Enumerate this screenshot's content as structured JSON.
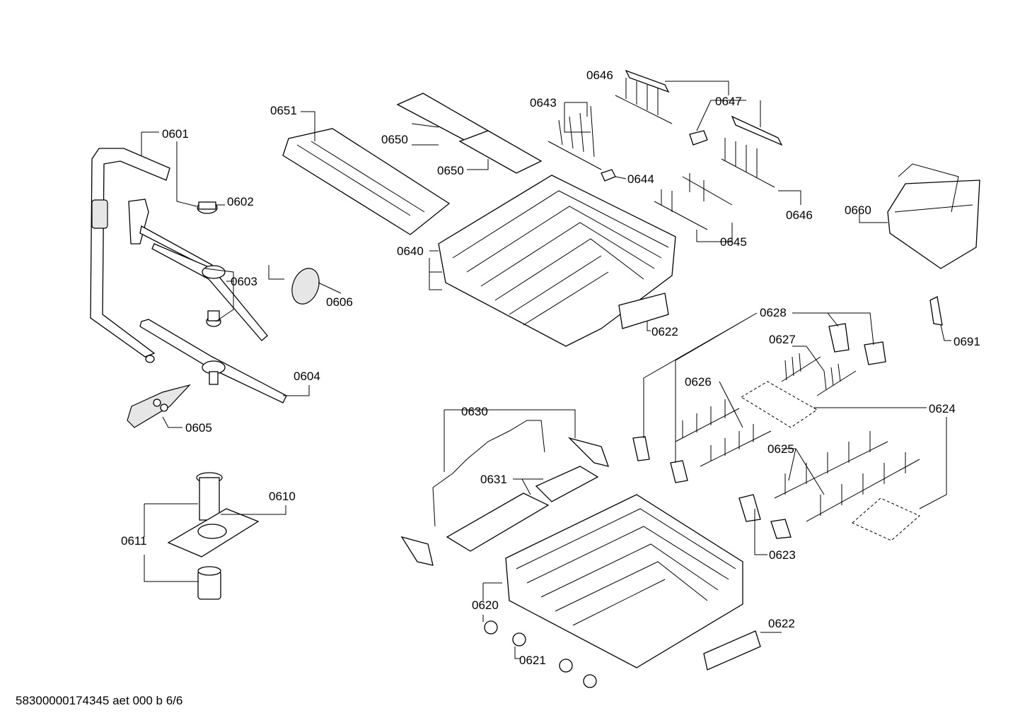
{
  "labels": {
    "l0601": "0601",
    "l0602": "0602",
    "l0603": "0603",
    "l0604": "0604",
    "l0605": "0605",
    "l0606": "0606",
    "l0610": "0610",
    "l0611": "0611",
    "l0620": "0620",
    "l0621": "0621",
    "l0622a": "0622",
    "l0622b": "0622",
    "l0623": "0623",
    "l0624": "0624",
    "l0625": "0625",
    "l0626": "0626",
    "l0627": "0627",
    "l0628": "0628",
    "l0630": "0630",
    "l0631": "0631",
    "l0640": "0640",
    "l0643": "0643",
    "l0644": "0644",
    "l0645": "0645",
    "l0646a": "0646",
    "l0646b": "0646",
    "l0647": "0647",
    "l0650a": "0650",
    "l0650b": "0650",
    "l0651": "0651",
    "l0660": "0660",
    "l0691": "0691"
  },
  "footer": "58300000174345 aet 000 b 6/6"
}
